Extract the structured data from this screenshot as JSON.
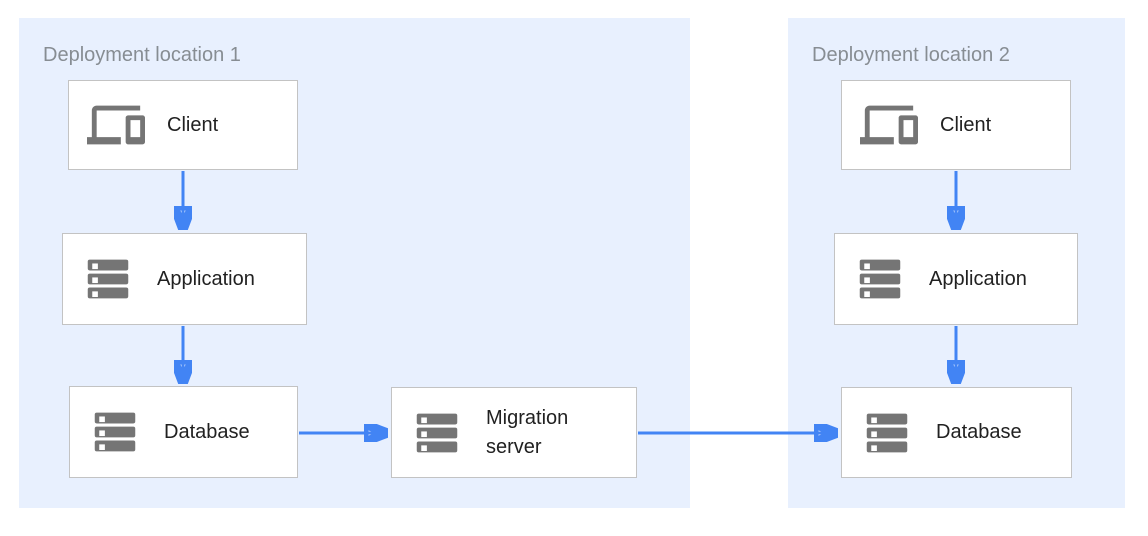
{
  "diagram": {
    "regions": [
      {
        "title": "Deployment location 1",
        "nodes": [
          {
            "id": "location1-client",
            "label": "Client",
            "icon": "devices-icon"
          },
          {
            "id": "location1-application",
            "label": "Application",
            "icon": "server-icon"
          },
          {
            "id": "location1-database",
            "label": "Database",
            "icon": "server-icon"
          },
          {
            "id": "migration-server",
            "label": "Migration server",
            "icon": "server-icon"
          }
        ]
      },
      {
        "title": "Deployment location 2",
        "nodes": [
          {
            "id": "location2-client",
            "label": "Client",
            "icon": "devices-icon"
          },
          {
            "id": "location2-application",
            "label": "Application",
            "icon": "server-icon"
          },
          {
            "id": "location2-database",
            "label": "Database",
            "icon": "server-icon"
          }
        ]
      }
    ],
    "connections": [
      {
        "from": "location1-client",
        "to": "location1-application",
        "direction": "down"
      },
      {
        "from": "location1-application",
        "to": "location1-database",
        "direction": "down"
      },
      {
        "from": "location1-database",
        "to": "migration-server",
        "direction": "right"
      },
      {
        "from": "migration-server",
        "to": "location2-database",
        "direction": "right"
      },
      {
        "from": "location2-client",
        "to": "location2-application",
        "direction": "down"
      },
      {
        "from": "location2-application",
        "to": "location2-database",
        "direction": "down"
      }
    ],
    "colors": {
      "region_background": "#e8f0fe",
      "arrow": "#4284f4",
      "box_border": "#c3c3c3",
      "icon_gray": "#757575",
      "title_gray": "#878d93",
      "label_text": "#212121"
    }
  }
}
